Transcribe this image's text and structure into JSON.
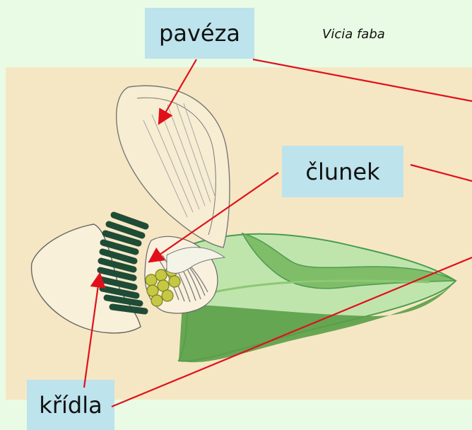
{
  "labels": {
    "paveza": "pavéza",
    "clunek": "člunek",
    "kridla": "křídla"
  },
  "species": "Vicia faba",
  "colors": {
    "page_background": "#e9fbe4",
    "illustration_background": "#f6e7c4",
    "label_background": "#bde3ec",
    "arrow": "#e0101b"
  }
}
